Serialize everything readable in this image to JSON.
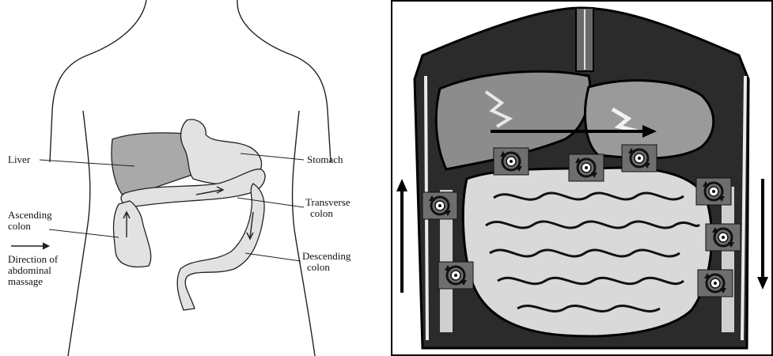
{
  "left_diagram": {
    "labels": {
      "liver": "Liver",
      "stomach": "Stomach",
      "transverse_line1": "Transverse",
      "transverse_line2": "colon",
      "ascending_line1": "Ascending",
      "ascending_line2": "colon",
      "descending_line1": "Descending",
      "descending_line2": "colon",
      "direction_line1": "Direction of",
      "direction_line2": "abdominal",
      "direction_line3": "massage"
    },
    "colors": {
      "liver_fill": "#a9a9a9",
      "organ_fill": "#e2e2e2",
      "outline": "#222222"
    }
  },
  "right_diagram": {
    "colors": {
      "background": "#2b2b2b",
      "frame": "#000000",
      "liver_fill": "#8c8c8c",
      "intestine_fill": "#d9d9d9",
      "marker_box": "#6e6e6e"
    },
    "icons": [
      "circular-massage-icon",
      "arrow-up-icon",
      "arrow-down-icon",
      "arrow-right-icon"
    ]
  }
}
